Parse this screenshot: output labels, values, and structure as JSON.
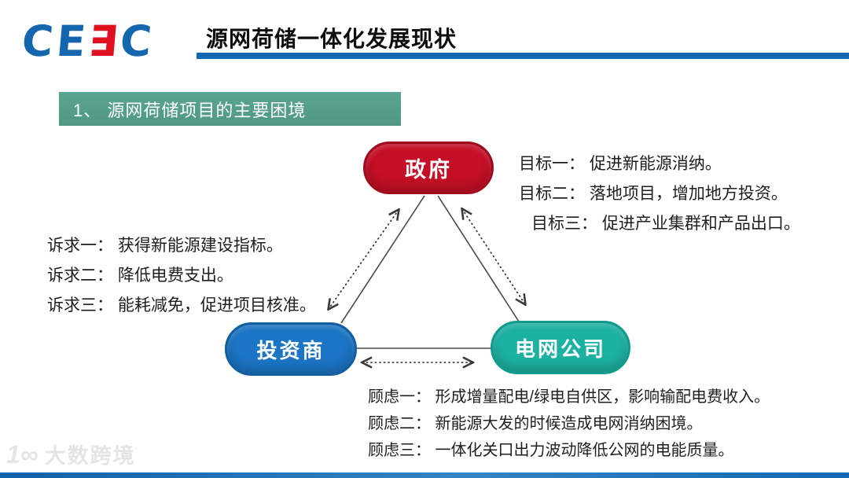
{
  "header": {
    "logo_letters": [
      "C",
      "E",
      "∃",
      "C"
    ],
    "title": "源网荷储一体化发展现状"
  },
  "section_banner": {
    "label": "1、 源网荷储项目的主要困境"
  },
  "diagram": {
    "nodes": {
      "government": {
        "label": "政府",
        "color": "#c40f26"
      },
      "investor": {
        "label": "投资商",
        "color": "#1b74c4"
      },
      "grid_company": {
        "label": "电网公司",
        "color": "#1db1a2"
      }
    },
    "government_goals": [
      "目标一： 促进新能源消纳。",
      "目标二： 落地项目，增加地方投资。",
      "目标三： 促进产业集群和产品出口。"
    ],
    "investor_demands": [
      "诉求一： 获得新能源建设指标。",
      "诉求二： 降低电费支出。",
      "诉求三： 能耗减免，促进项目核准。"
    ],
    "grid_concerns": [
      "顾虑一： 形成增量配电/绿电自供区，影响输配电费收入。",
      "顾虑二： 新能源大发的时候造成电网消纳困境。",
      "顾虑三： 一体化关口出力波动降低公网的电能质量。"
    ]
  },
  "watermark": {
    "glyph": "1∞",
    "text": "大数跨境"
  },
  "colors": {
    "accent_blue": "#1268b3",
    "banner_green": "#4f9885",
    "government_red": "#c40f26",
    "investor_blue": "#1b74c4",
    "grid_teal": "#1db1a2"
  }
}
